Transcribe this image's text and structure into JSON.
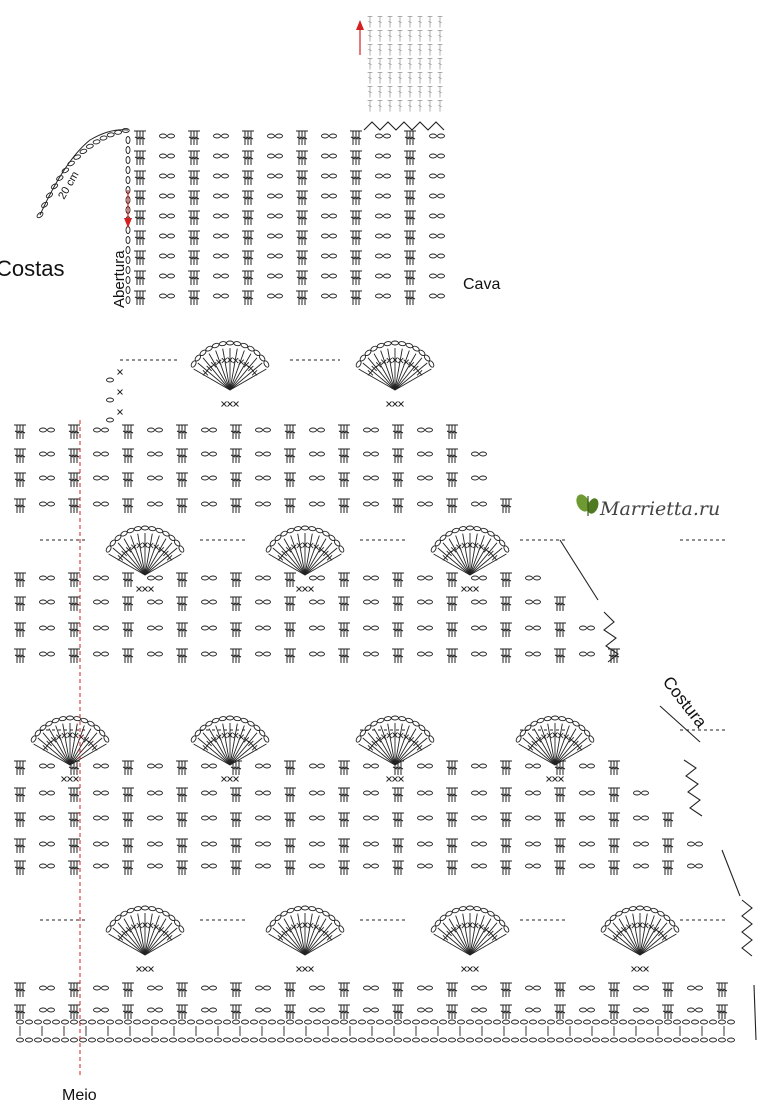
{
  "labels": {
    "costas": "Costas",
    "abertura": "Abertura",
    "length": "20 cm",
    "cava": "Cava",
    "costura": "Costura",
    "meio": "Meio"
  },
  "watermark": {
    "text": "Marrietta.ru"
  },
  "colors": {
    "ink": "#222222",
    "guide_red": "#d42020",
    "faded_ink": "#9a9a9a",
    "watermark_green": "#5b7d2e"
  },
  "icons": {
    "up_arrow": "arrow-up-icon",
    "down_arrow": "arrow-down-icon",
    "butterfly": "butterfly-icon"
  }
}
